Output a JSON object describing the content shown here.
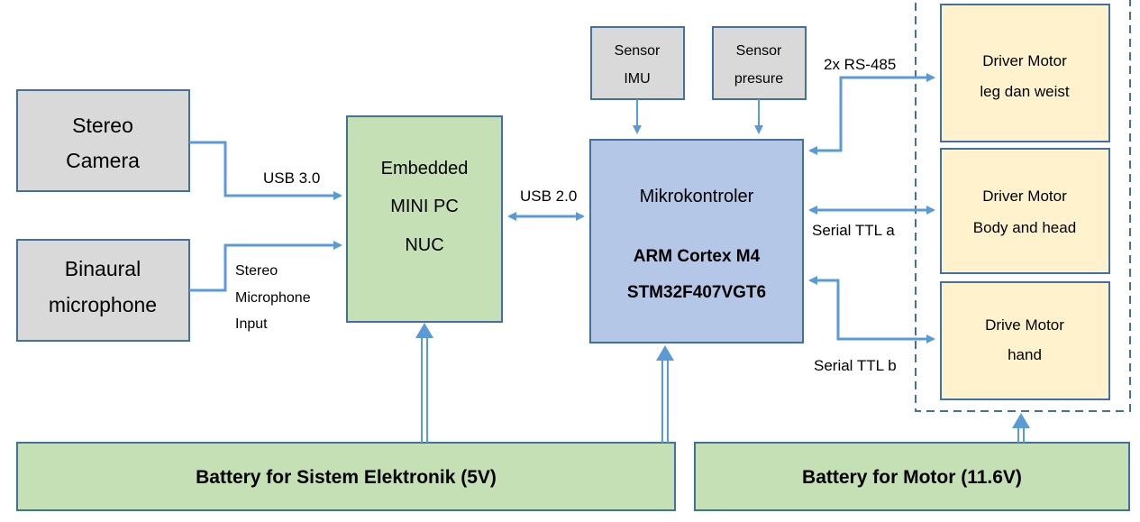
{
  "blocks": {
    "stereo_camera": [
      "Stereo",
      "Camera"
    ],
    "binaural_mic": [
      "Binaural",
      "microphone"
    ],
    "mini_pc": [
      "Embedded",
      "MINI PC",
      "NUC"
    ],
    "mcu_title": "Mikrokontroler",
    "mcu_chip": [
      "ARM Cortex M4",
      "STM32F407VGT6"
    ],
    "sensor_imu": [
      "Sensor",
      "IMU"
    ],
    "sensor_pressure": [
      "Sensor",
      "presure"
    ],
    "driver_leg": [
      "Driver Motor",
      "leg dan weist"
    ],
    "driver_body": [
      "Driver Motor",
      "Body and head"
    ],
    "driver_hand": [
      "Drive Motor",
      "hand"
    ],
    "battery_electronic": "Battery for Sistem Elektronik (5V)",
    "battery_motor": "Battery for Motor (11.6V)"
  },
  "links": {
    "usb3": "USB 3.0",
    "stereo_mic_input": [
      "Stereo",
      "Microphone",
      "Input"
    ],
    "usb2": "USB 2.0",
    "rs485": "2x RS-485",
    "serial_a": "Serial TTL a",
    "serial_b": "Serial TTL b"
  },
  "colors": {
    "input_fill": "#d9d9d9",
    "pc_fill": "#c5e0b4",
    "mcu_fill": "#b4c7e7",
    "driver_fill": "#fff2cc",
    "border": "#41719c",
    "wire": "#5b9bd5"
  }
}
